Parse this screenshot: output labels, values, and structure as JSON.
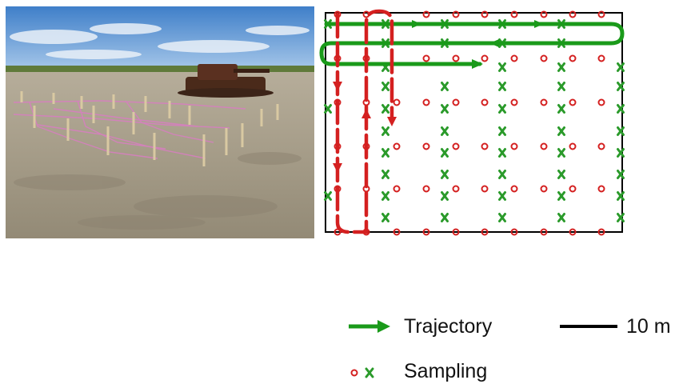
{
  "legend": {
    "trajectory_label": "Trajectory",
    "sampling_label": "Sampling",
    "scale_label": "10 m"
  },
  "colors": {
    "trajectory": "#1a9a1a",
    "sample_a": "#d42020",
    "sample_b": "#2a9a2a",
    "path_red": "#d42020",
    "frame": "#000000"
  },
  "photo": {
    "subject": "sandy field with stake grid and burnt-out tank",
    "icons": [
      "tank-wreck",
      "stakes",
      "pink-string-grid"
    ]
  }
}
